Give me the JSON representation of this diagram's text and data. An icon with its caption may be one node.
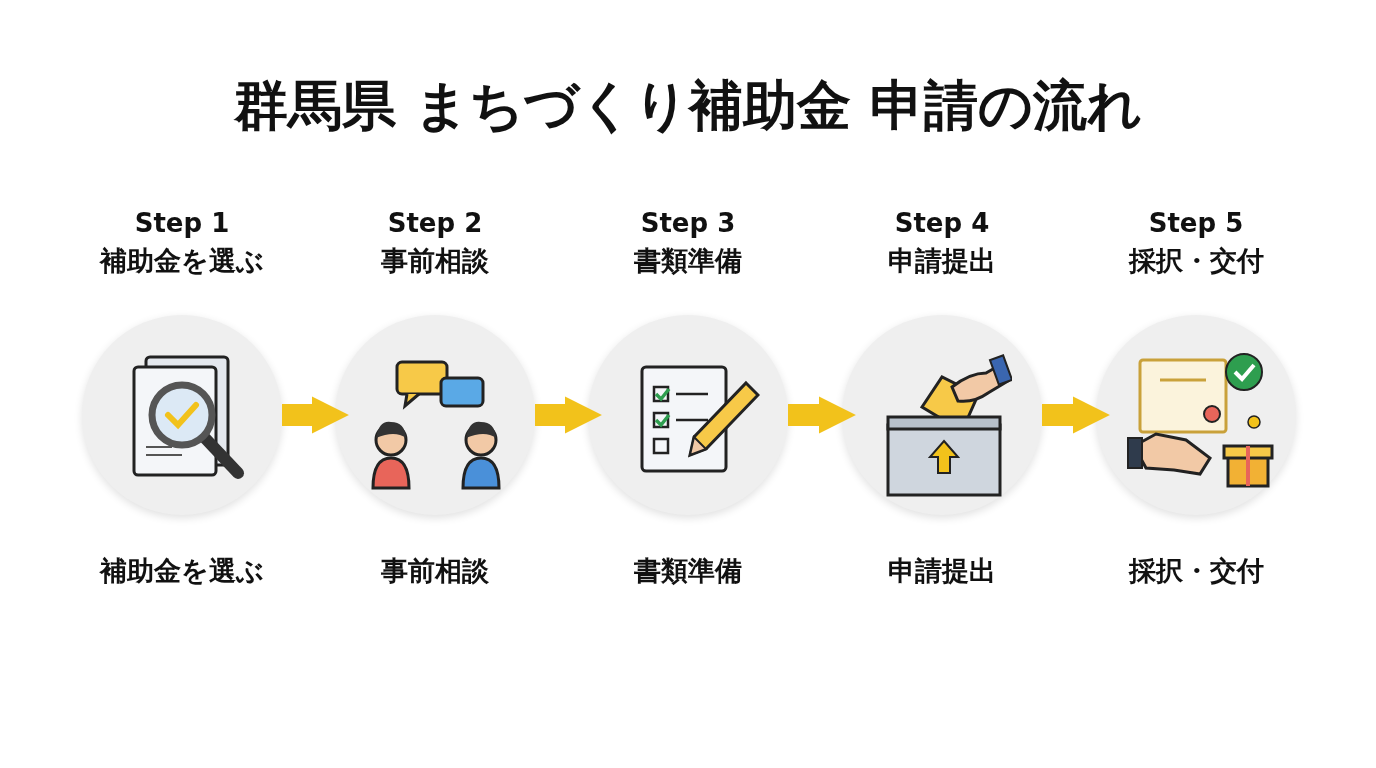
{
  "diagram": {
    "title": "群馬県 まちづくり補助金 申請の流れ",
    "nodes": [
      {
        "text": [
          "Step 1",
          "補助金を選ぶ"
        ],
        "beside": [
          "補助金を選ぶ"
        ]
      },
      {
        "text": [
          "Step 2",
          "事前相談"
        ],
        "beside": [
          "事前相談"
        ]
      },
      {
        "text": [
          "Step 3",
          "書類準備"
        ],
        "beside": [
          "書類準備"
        ]
      },
      {
        "text": [
          "Step 4",
          "申請提出"
        ],
        "beside": [
          "申請提出"
        ]
      },
      {
        "text": [
          "Step 5",
          "採択・交付"
        ],
        "beside": [
          "採択・交付"
        ]
      }
    ],
    "edges": [
      {
        "from": 0,
        "to": 1,
        "arrow": "to"
      },
      {
        "from": 1,
        "to": 2,
        "arrow": "to"
      },
      {
        "from": 2,
        "to": 3,
        "arrow": "to"
      },
      {
        "from": 3,
        "to": 4,
        "arrow": "to"
      }
    ]
  }
}
